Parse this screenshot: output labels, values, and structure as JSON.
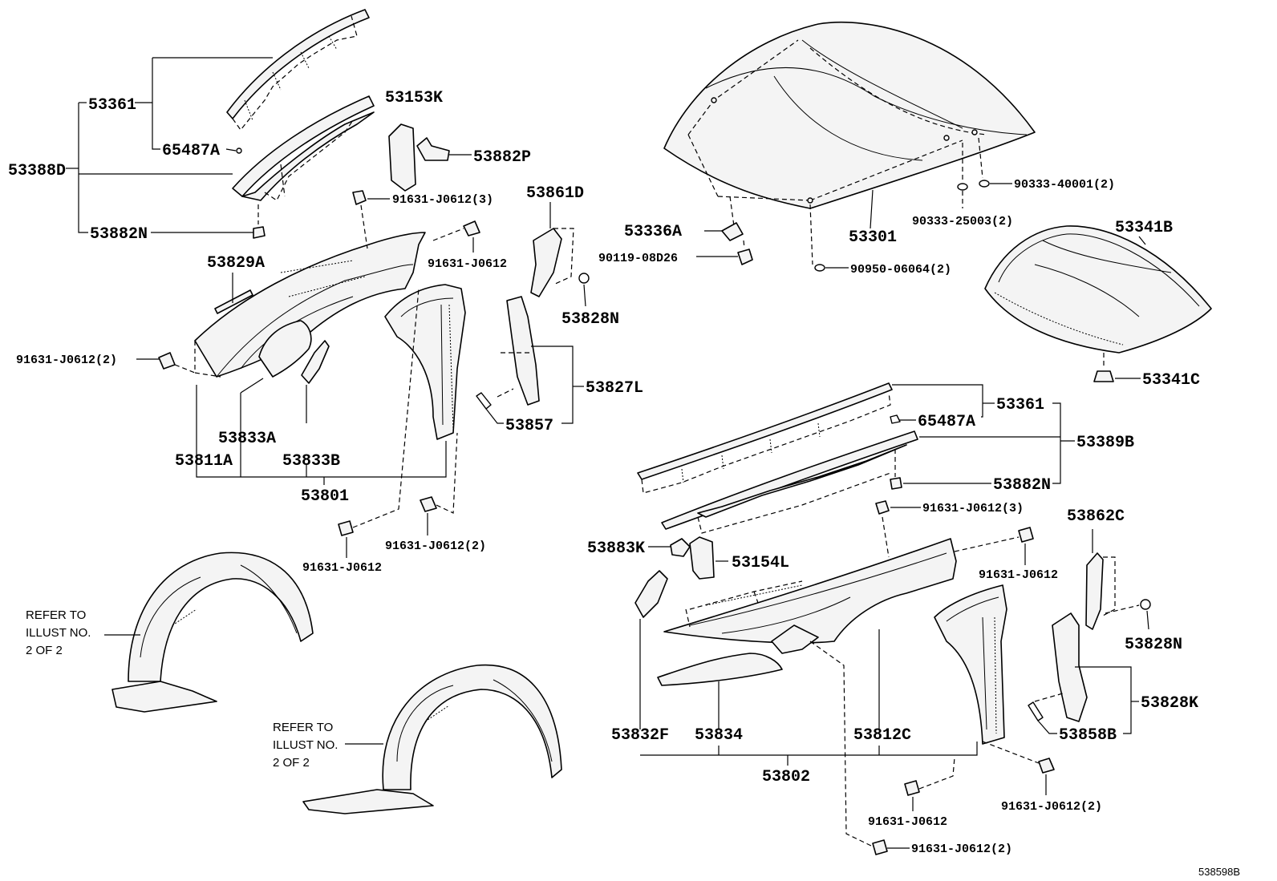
{
  "labels": {
    "p53361a": "53361",
    "p65487a_1": "65487A",
    "p53388d": "53388D",
    "p53882n_1": "53882N",
    "p53153k": "53153K",
    "p53882p": "53882P",
    "b91631_3a": "91631-J0612(3)",
    "b91631_1a": "91631-J0612",
    "p53829a": "53829A",
    "b91631_2a": "91631-J0612(2)",
    "p53861d": "53861D",
    "p53828n_1": "53828N",
    "p53827l": "53827L",
    "p53857": "53857",
    "p53833a": "53833A",
    "p53811a": "53811A",
    "p53833b": "53833B",
    "p53801": "53801",
    "b91631_2b": "91631-J0612(2)",
    "b91631_1b": "91631-J0612",
    "p53336a": "53336A",
    "b90119": "90119-08D26",
    "p53301": "53301",
    "b90333_25003": "90333-25003(2)",
    "b90333_40001": "90333-40001(2)",
    "b90950": "90950-06064(2)",
    "p53341b": "53341B",
    "p53341c": "53341C",
    "p53361b": "53361",
    "p65487a_2": "65487A",
    "p53389b": "53389B",
    "p53882n_2": "53882N",
    "b91631_3b": "91631-J0612(3)",
    "p53862c": "53862C",
    "p53883k": "53883K",
    "p53154l": "53154L",
    "b91631_1c": "91631-J0612",
    "p53828n_2": "53828N",
    "p53828k": "53828K",
    "p53858b": "53858B",
    "p53832f": "53832F",
    "p53834": "53834",
    "p53812c": "53812C",
    "p53802": "53802",
    "b91631_1d": "91631-J0612",
    "b91631_2c": "91631-J0612(2)",
    "b91631_2d": "91631-J0612(2)"
  },
  "notes": {
    "left": [
      "REFER TO",
      "ILLUST NO.",
      "2 OF 2"
    ],
    "center": [
      "REFER TO",
      "ILLUST NO.",
      "2 OF 2"
    ]
  },
  "illustration_number": "538598B"
}
